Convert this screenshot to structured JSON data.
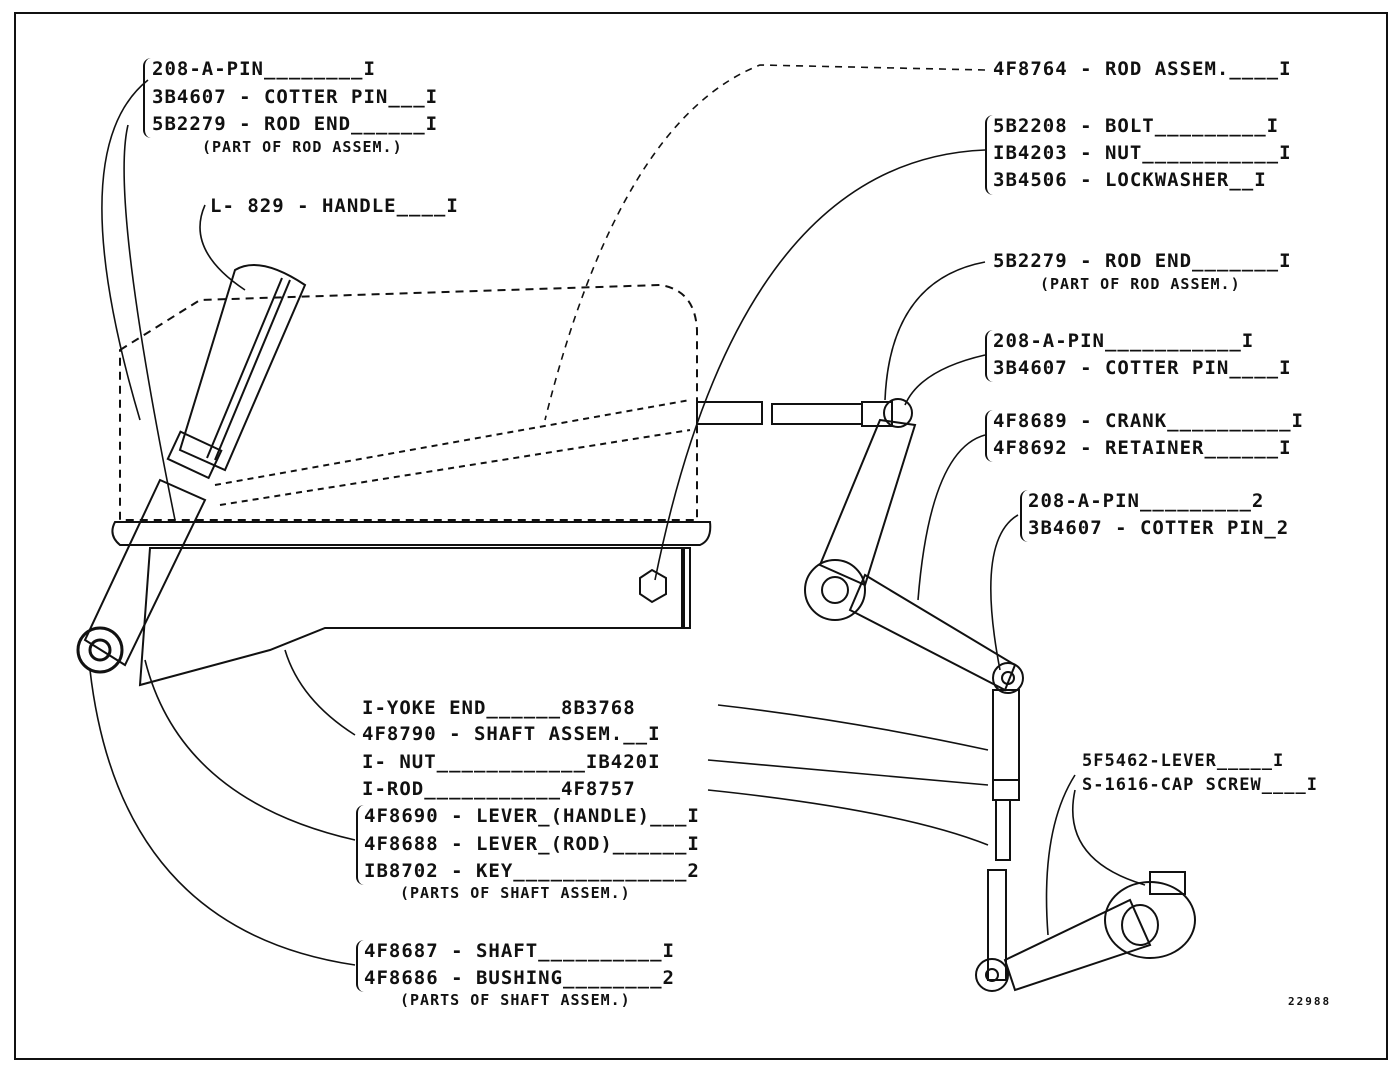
{
  "labels": {
    "top_left": [
      "208-A-PIN________I",
      "3B4607 - COTTER PIN___I",
      "5B2279 - ROD END______I"
    ],
    "top_left_note": "(PART OF ROD ASSEM.)",
    "handle": "L- 829 - HANDLE____I",
    "rod_assem": "4F8764 - ROD ASSEM.____I",
    "bolt_group": [
      "5B2208 - BOLT_________I",
      "IB4203 - NUT___________I",
      "3B4506 - LOCKWASHER__I"
    ],
    "rod_end_right": "5B2279 - ROD END_______I",
    "rod_end_right_note": "(PART OF ROD ASSEM.)",
    "pin_group_right": [
      "208-A-PIN___________I",
      "3B4607 - COTTER PIN____I"
    ],
    "crank_group": [
      "4F8689 - CRANK__________I",
      "4F8692 - RETAINER______I"
    ],
    "pin_group_lower": [
      "208-A-PIN_________2",
      "3B4607 - COTTER PIN_2"
    ],
    "lever_group": [
      "5F5462-LEVER_____I",
      "S-1616-CAP SCREW____I"
    ],
    "center_list": [
      "I-YOKE END______8B3768",
      "4F8790 - SHAFT ASSEM.__I",
      "I- NUT____________IB420I",
      "I-ROD___________4F8757"
    ],
    "shaft_parts": [
      "4F8690 - LEVER_(HANDLE)___I",
      "4F8688 - LEVER_(ROD)______I",
      "IB8702 - KEY______________2"
    ],
    "shaft_parts_note": "(PARTS OF SHAFT ASSEM.)",
    "shaft_group": [
      "4F8687 - SHAFT__________I",
      "4F8686 - BUSHING________2"
    ],
    "shaft_group_note": "(PARTS OF SHAFT ASSEM.)",
    "figure_number": "22988"
  }
}
